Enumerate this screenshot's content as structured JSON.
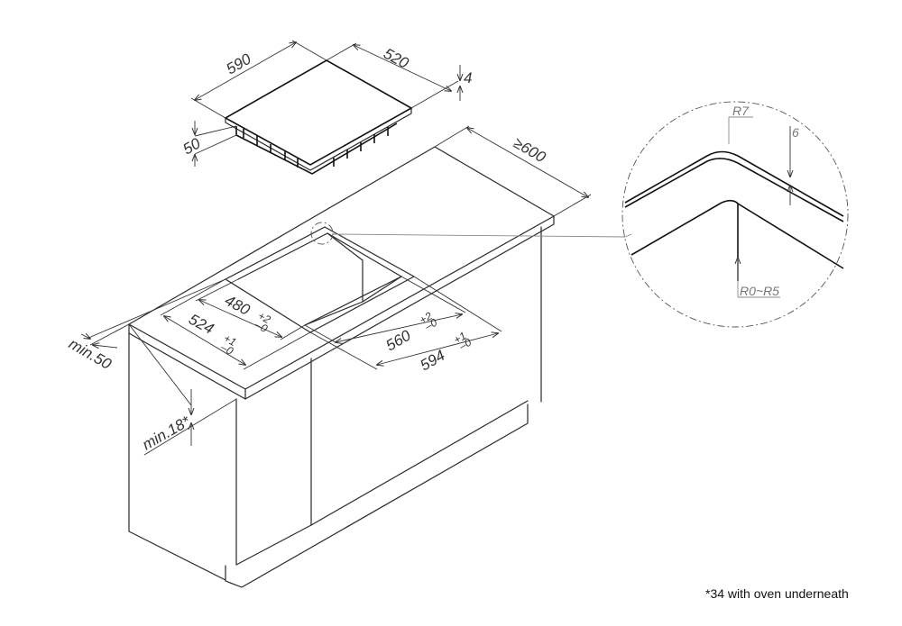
{
  "hob": {
    "width": "590",
    "depth": "520",
    "glass_thickness": "4",
    "body_height": "50"
  },
  "worktop": {
    "depth": "≥600",
    "edge_min": "min.50",
    "thickness_min": "min.18*"
  },
  "cutout": {
    "inner_depth": "480",
    "inner_depth_tol_plus": "+2",
    "inner_depth_tol_minus": "–0",
    "outer_depth": "524",
    "outer_depth_tol_plus": "+1",
    "outer_depth_tol_minus": "–0",
    "inner_width": "560",
    "inner_width_tol_plus": "+2",
    "inner_width_tol_minus": "–0",
    "outer_width": "594",
    "outer_width_tol_plus": "+1",
    "outer_width_tol_minus": "–0"
  },
  "detail": {
    "top_radius": "R7",
    "step_height": "6",
    "corner_radius": "R0~R5"
  },
  "footnote": "*34 with oven underneath"
}
